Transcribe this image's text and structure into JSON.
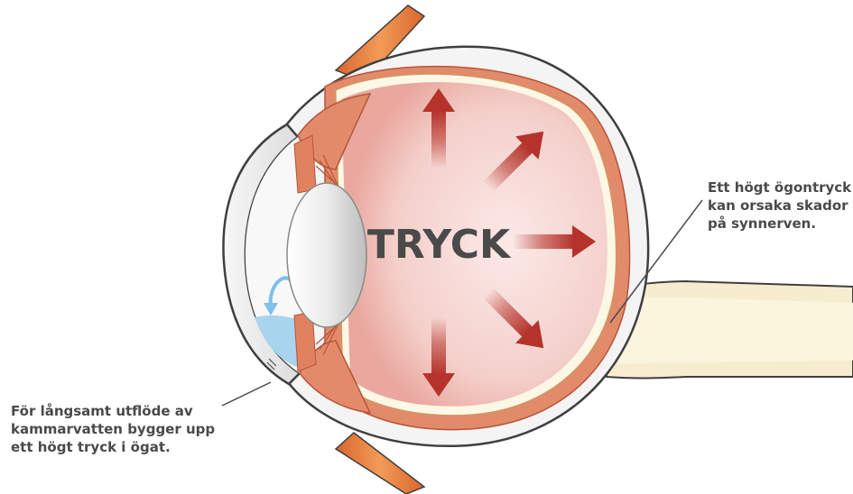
{
  "center_label": "TRYCK",
  "annotations": {
    "right": "Ett högt ögontryck\nkan orsaka skador\npå synnerven.",
    "left": "För långsamt utflöde av\nkammarvatten bygger upp\nett högt tryck i ögat."
  },
  "colors": {
    "arrow": "#b5332a",
    "eye_interior": "#f6d3cf",
    "muscle": "#e8863f",
    "sclera": "#f4f4f4",
    "outline": "#3f3f3f",
    "text": "#4a4a4a",
    "fluid": "#a9d4ee"
  }
}
